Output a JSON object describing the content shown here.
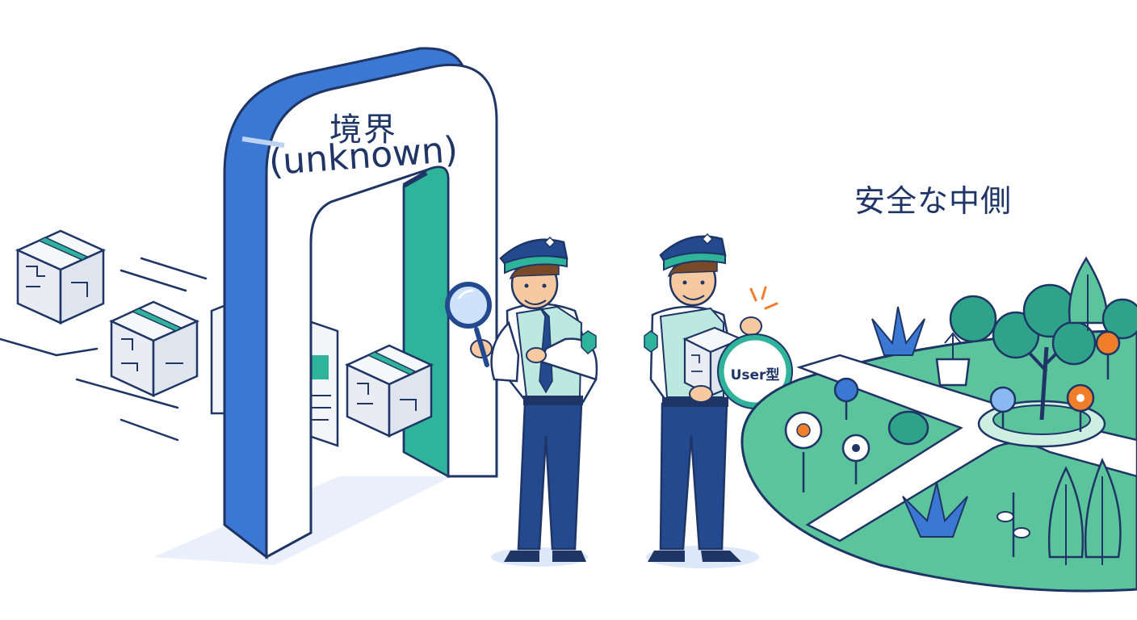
{
  "gate": {
    "title": "境界",
    "subtitle": "(unknown)"
  },
  "garden": {
    "label": "安全な中側"
  },
  "badge": {
    "label": "User型"
  },
  "colors": {
    "outline": "#1f3566",
    "gate_blue": "#3a78d4",
    "teal": "#2fb39a",
    "garden_green": "#5cc49c",
    "uniform_navy": "#234a8f",
    "shirt_mint": "#bde8e0",
    "box_gray": "#e9edf3",
    "accent_orange": "#f07d2a"
  },
  "icons": [
    "magnifier-icon",
    "package-icon",
    "badge-icon",
    "flower-icon",
    "tree-icon"
  ]
}
